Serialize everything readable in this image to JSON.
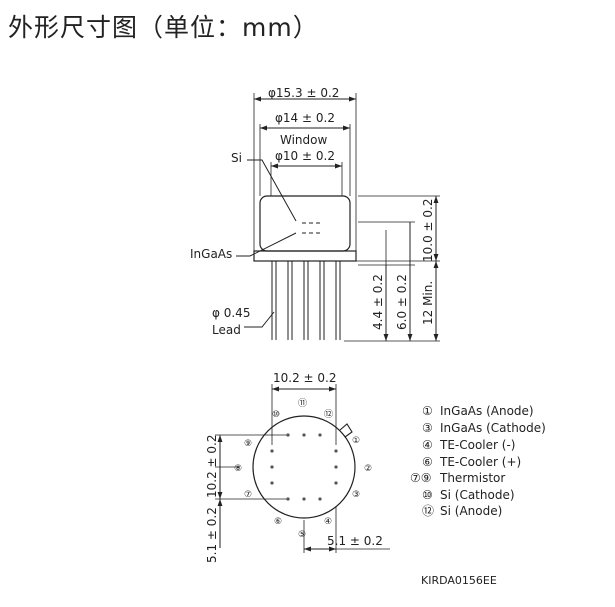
{
  "title": "外形尺寸图（单位：mm）",
  "side_view": {
    "dim_outer": "φ15.3 ± 0.2",
    "dim_inner": "φ14 ± 0.2",
    "window_label": "Window",
    "dim_window": "φ10 ± 0.2",
    "si_label": "Si",
    "ingaas_label": "InGaAs",
    "lead_dia": "φ 0.45",
    "lead_label": "Lead",
    "dim_height": "10.0 ± 0.2",
    "dim_4_4": "4.4 ± 0.2",
    "dim_6_0": "6.0 ± 0.2",
    "dim_12": "12 Min."
  },
  "bottom_view": {
    "dim_top": "10.2 ± 0.2",
    "dim_left": "10.2 ± 0.2",
    "dim_left_low": "5.1 ± 0.2",
    "dim_bottom": "5.1 ± 0.2",
    "pins": [
      "①",
      "②",
      "③",
      "④",
      "⑤",
      "⑥",
      "⑦",
      "⑧",
      "⑨",
      "⑩",
      "⑪",
      "⑫"
    ]
  },
  "legend": [
    {
      "symbol": "①",
      "text": "InGaAs (Anode)"
    },
    {
      "symbol": "③",
      "text": "InGaAs (Cathode)"
    },
    {
      "symbol": "④",
      "text": "TE-Cooler (-)"
    },
    {
      "symbol": "⑥",
      "text": "TE-Cooler (+)"
    },
    {
      "symbol": "⑦⑨",
      "text": "Thermistor"
    },
    {
      "symbol": "⑩",
      "text": "Si (Cathode)"
    },
    {
      "symbol": "⑫",
      "text": "Si (Anode)"
    }
  ],
  "code": "KIRDA0156EE"
}
